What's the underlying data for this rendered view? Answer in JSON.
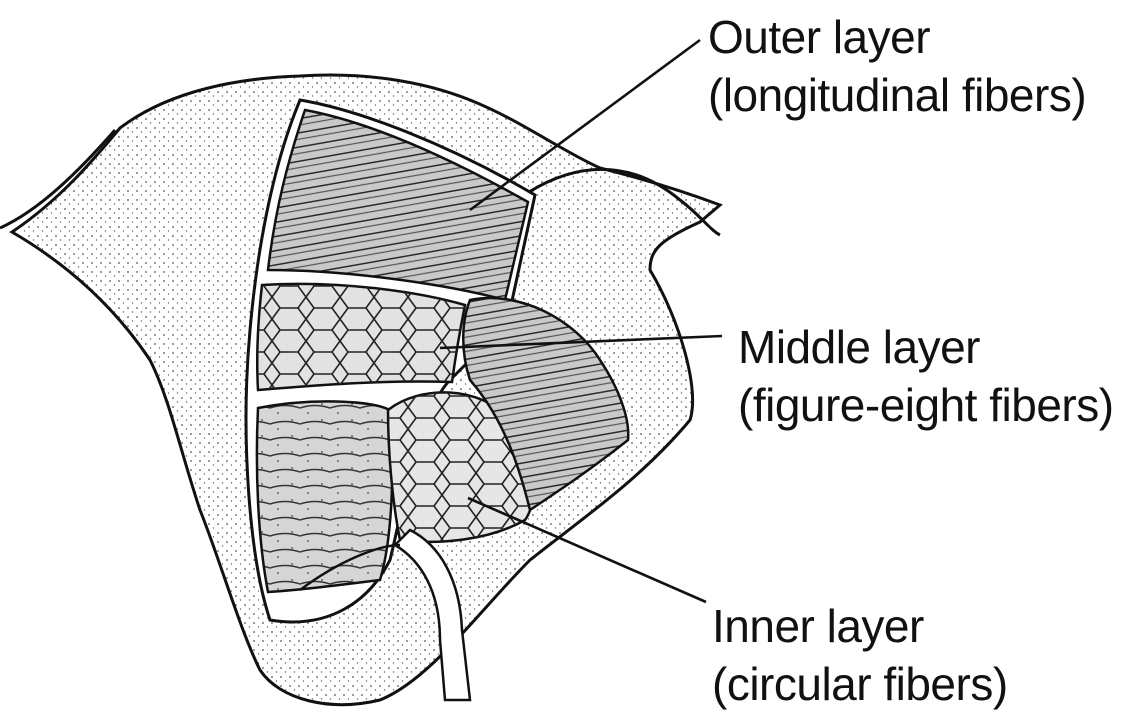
{
  "labels": {
    "outer": {
      "title": "Outer layer",
      "detail": "(longitudinal fibers)"
    },
    "middle": {
      "title": "Middle layer",
      "detail": "(figure-eight fibers)"
    },
    "inner": {
      "title": "Inner layer",
      "detail": "(circular fibers)"
    }
  },
  "colors": {
    "ink": "#111111",
    "paper": "#ffffff",
    "stipple": "#8a8a8a",
    "muscle": "#b9b9b9"
  }
}
